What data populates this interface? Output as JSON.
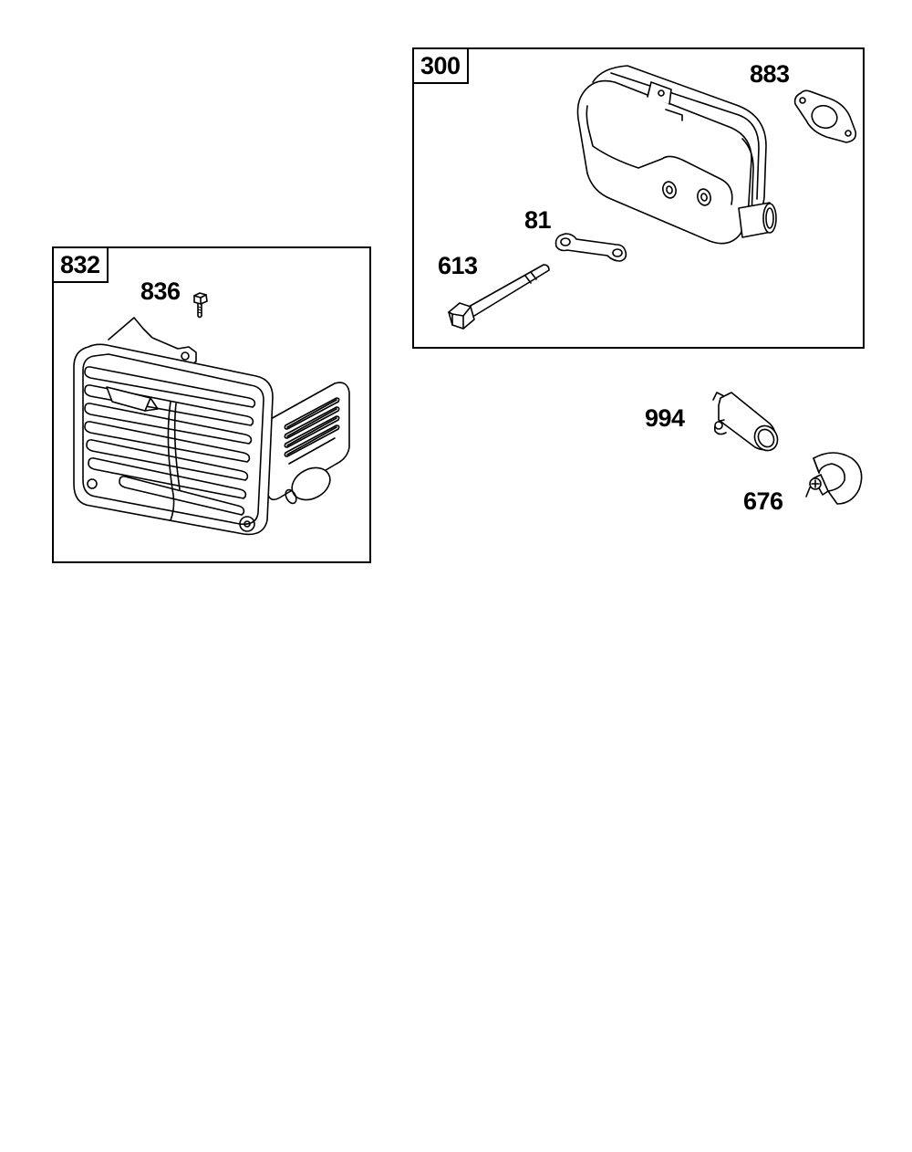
{
  "kits": {
    "guard_kit": "832",
    "muffler_kit": "300"
  },
  "callouts": {
    "screw": "836",
    "gasket": "883",
    "lock_plate": "81",
    "bolt": "613",
    "deflector": "994",
    "clamp": "676"
  },
  "colors": {
    "line": "#000000",
    "background": "#ffffff"
  }
}
